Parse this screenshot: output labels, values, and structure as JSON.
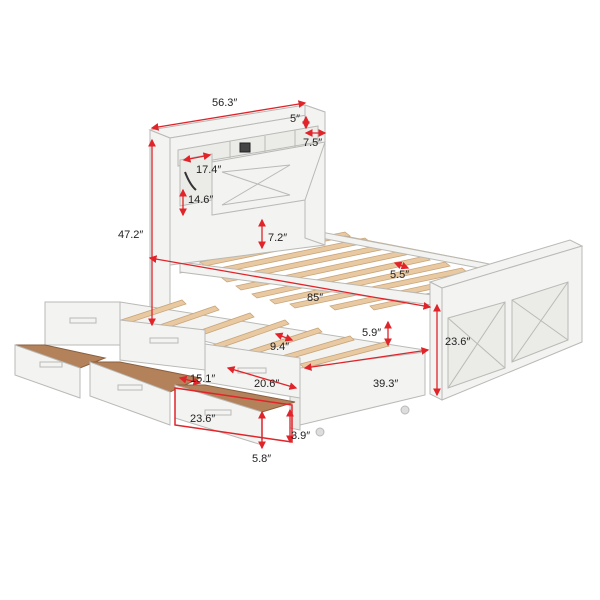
{
  "product": {
    "image_description": "",
    "colors": {
      "frame": "#f3f3f1",
      "frame_edge": "#b9b9b6",
      "slat": "#e8c9a1",
      "slat_edge": "#c9a57a",
      "drawer_inside": "#b4825a",
      "dimension_line": "#e0242a"
    }
  },
  "dimensions": {
    "headboard_width": "56.3″",
    "shelf_depth": "5″",
    "headboard_depth": "7.5″",
    "cabinet_width": "17.4″",
    "cabinet_height": "14.6″",
    "headboard_height": "47.2″",
    "headboard_to_slats": "7.2″",
    "slat_gap": "5.5″",
    "bed_length": "85″",
    "footboard_height": "23.6″",
    "trundle_clearance": "5.9″",
    "trundle_slat_gap": "9.4″",
    "drawer_width": "15.1″",
    "trundle_width": "20.6″",
    "trundle_length": "39.3″",
    "drawer_depth": "23.6″",
    "drawer_height": "3.9″",
    "drawer_clearance": "5.8″"
  }
}
